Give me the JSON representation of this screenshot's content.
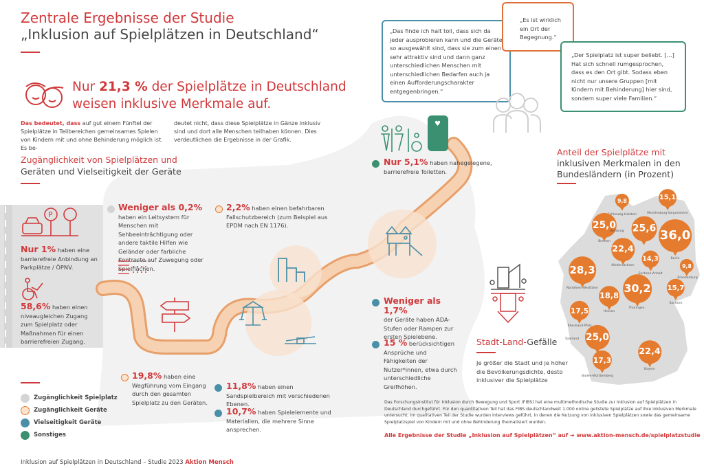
{
  "title": {
    "line1": "Zentrale Ergebnisse der Studie",
    "line2": "„Inklusion auf Spielplätzen in Deutschland“"
  },
  "headline": {
    "pre": "Nur ",
    "value": "21,3 %",
    "post": " der Spielplätze in Deutschland",
    "line2": "weisen inklusive Merkmale auf."
  },
  "intro": {
    "lead": "Das bedeutet, dass",
    "col1": " auf gut einem Fünftel der Spielplätze in Teilbereichen gemeinsames Spielen von Kindern mit und ohne Behinderung möglich ist. Es be-",
    "col2": "deutet nicht, dass diese Spielplätze in Gänze inklusiv sind und dort alle Menschen teilhaben können. Dies verdeutlichen die Ergebnisse in der Grafik."
  },
  "section": {
    "line1": "Zugänglichkeit von Spielplätzen und",
    "line2": "Geräten und Vielseitigkeit der Geräte"
  },
  "stats": {
    "parking": {
      "value": "Nur 1%",
      "text": " haben eine barrierefreie Anbindung an Parkplätze / ÖPNV."
    },
    "level": {
      "value": "58,6%",
      "text": " haben einen niveaugleichen Zugang zum Spielplatz oder Maßnahmen für einen barrierefreien Zugang."
    },
    "guidance": {
      "value": "Weniger als 0,2%",
      "text": "haben ein Leitsystem für Menschen mit Sehbeeinträchtigung oder andere taktile Hilfen wie Geländer oder farbliche Kontraste auf Zuwegung oder Spielflächen."
    },
    "fall": {
      "value": "2,2%",
      "text": " haben einen befahrbaren Fallschutzbereich (zum Beispiel aus EPDM nach EN 1176)."
    },
    "path": {
      "value": "19,8%",
      "text": " haben eine Wegführung vom Eingang durch den gesamten Spielplatz zu den Geräten."
    },
    "sand": {
      "value": "11,8%",
      "text": " haben einen Sandspielbereich mit verschiedenen Ebenen."
    },
    "senses": {
      "value": "10,7%",
      "text": " haben Spielelemente und Materialien, die mehrere Sinne ansprechen."
    },
    "toilets": {
      "value": "Nur 5,1%",
      "text": " haben nahegelegene, barrierefreie Toiletten."
    },
    "ramps": {
      "value": "Weniger als 1,7%",
      "text": "der Geräte haben ADA-Stufen oder Rampen zur ersten Spielebene."
    },
    "users": {
      "value": "15 %",
      "text": " berücksichtigen Ansprüche und Fähigkeiten der Nutzer*innen, etwa durch unterschiedliche Greifhöhen."
    }
  },
  "legend": [
    {
      "label": "Zugänglichkeit Spielplatz",
      "color": "#d4d4d4"
    },
    {
      "label": "Zugänglichkeit Geräte",
      "color": "#e8a06a"
    },
    {
      "label": "Vielseitigkeit Geräte",
      "color": "#4a8fa8"
    },
    {
      "label": "Sonstiges",
      "color": "#3a9070"
    }
  ],
  "quotes": [
    {
      "text": "„Das finde ich halt toll, dass sich da jeder ausprobieren kann und die Geräte so ausgewählt sind, dass sie zum einen sehr attraktiv sind und dann ganz unterschiedlichen Menschen mit unterschiedlichen Bedarfen auch ja einen Aufforderungscharakter entgegenbringen.“",
      "color": "#4a8fa8"
    },
    {
      "text": "„Es ist wirklich ein Ort der Begegnung.“",
      "color": "#e0703a"
    },
    {
      "text": "„Der Spielplatz ist super beliebt. […] Hat sich schnell rumgesprochen, dass es den Ort gibt. Sodass eben nicht nur unsere Gruppen [mit Kindern mit Behinderung] hier sind, sondern super viele Familien.“",
      "color": "#3a9070"
    }
  ],
  "map": {
    "title1": "Anteil der Spielplätze mit",
    "title2": "inklusiven Merkmalen in den Bundesländern (in Prozent)",
    "states": [
      {
        "name": "Schleswig-Holstein",
        "value": "9,8"
      },
      {
        "name": "Mecklenburg-Vorpommern",
        "value": "15,1"
      },
      {
        "name": "Bremen",
        "value": "25,0"
      },
      {
        "name": "Hamburg",
        "value": "25,6"
      },
      {
        "name": "Berlin",
        "value": "36,0"
      },
      {
        "name": "Niedersachsen",
        "value": "22,4"
      },
      {
        "name": "Sachsen-Anhalt",
        "value": "14,3"
      },
      {
        "name": "Brandenburg",
        "value": "9,8"
      },
      {
        "name": "Nordrhein-Westfalen",
        "value": "28,3"
      },
      {
        "name": "Thüringen",
        "value": "30,2"
      },
      {
        "name": "Sachsen",
        "value": "15,7"
      },
      {
        "name": "Hessen",
        "value": "18,8"
      },
      {
        "name": "Rheinland-Pfalz",
        "value": "17,5"
      },
      {
        "name": "Saarland",
        "value": "25,0"
      },
      {
        "name": "Baden-Württemberg",
        "value": "17,3"
      },
      {
        "name": "Bayern",
        "value": "22,4"
      }
    ]
  },
  "cityland": {
    "title_red": "Stadt-Land-",
    "title_gray": "Gefälle",
    "text": "Je größer die Stadt und je höher die Bevölkerungsdichte, desto inklusiver die Spielplätze"
  },
  "about": "Das Forschungsinstitut für Inklusion durch Bewegung und Sport (FIBS) hat eine multimethodische Studie zur Inklusion auf Spielplätzen in Deutschland durchgeführt. Für den quantitativen Teil hat das FIBS deutschlandweit 1.000 online gelistete Spielplätze auf ihre inklusiven Merkmale untersucht. Im qualitativen Teil der Studie wurden Interviews geführt, in denen die Nutzung von inklusiven Spielplätzen sowie das gemeinsame Spielplatzspiel von Kindern mit und ohne Behinderung thematisiert wurden.",
  "link": {
    "pre": "Alle Ergebnisse der Studie „Inklusion auf Spielplätzen“ auf ",
    "url": "www.aktion-mensch.de/spielplatzstudie"
  },
  "footer": {
    "text": "Inklusion auf Spielplätzen in Deutschland – Studie 2023 ",
    "brand": "Aktion Mensch"
  },
  "colors": {
    "red": "#d0393b",
    "orange": "#e57b2e",
    "blue": "#4a8fa8",
    "green": "#3a9070"
  }
}
